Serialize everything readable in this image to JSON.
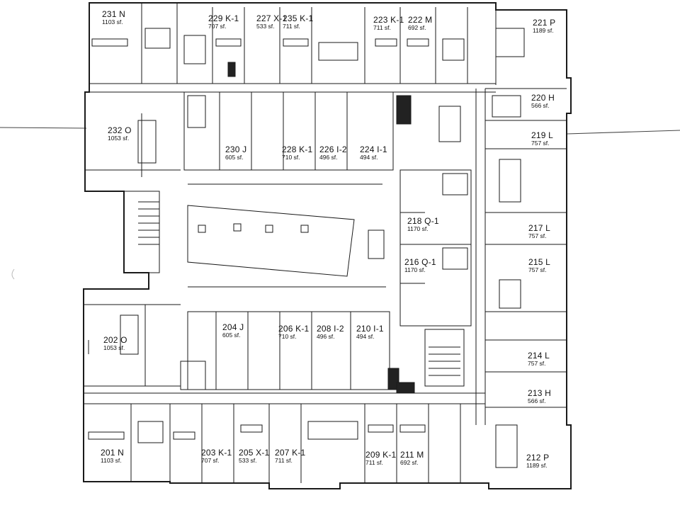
{
  "units": [
    {
      "id": "u231",
      "number": "231 N",
      "area": "1103 sf."
    },
    {
      "id": "u229",
      "number": "229 K-1",
      "area": "707 sf."
    },
    {
      "id": "u227",
      "number": "227 X-1",
      "area": "533 sf."
    },
    {
      "id": "u235",
      "number": "235 K-1",
      "area": "711 sf."
    },
    {
      "id": "u223",
      "number": "223 K-1",
      "area": "711 sf."
    },
    {
      "id": "u222",
      "number": "222 M",
      "area": "692 sf."
    },
    {
      "id": "u221",
      "number": "221 P",
      "area": "1189 sf."
    },
    {
      "id": "u220",
      "number": "220 H",
      "area": "566 sf."
    },
    {
      "id": "u219",
      "number": "219 L",
      "area": "757 sf."
    },
    {
      "id": "u232",
      "number": "232 O",
      "area": "1053 sf."
    },
    {
      "id": "u230",
      "number": "230 J",
      "area": "605 sf."
    },
    {
      "id": "u228",
      "number": "228 K-1",
      "area": "710 sf."
    },
    {
      "id": "u226",
      "number": "226 I-2",
      "area": "496 sf."
    },
    {
      "id": "u224",
      "number": "224 I-1",
      "area": "494 sf."
    },
    {
      "id": "u218",
      "number": "218 Q-1",
      "area": "1170 sf."
    },
    {
      "id": "u217",
      "number": "217 L",
      "area": "757 sf."
    },
    {
      "id": "u216",
      "number": "216 Q-1",
      "area": "1170 sf."
    },
    {
      "id": "u215",
      "number": "215 L",
      "area": "757 sf."
    },
    {
      "id": "u202",
      "number": "202 O",
      "area": "1053 sf."
    },
    {
      "id": "u204",
      "number": "204 J",
      "area": "605 sf."
    },
    {
      "id": "u206",
      "number": "206 K-1",
      "area": "710 sf."
    },
    {
      "id": "u208",
      "number": "208 I-2",
      "area": "496 sf."
    },
    {
      "id": "u210",
      "number": "210 I-1",
      "area": "494 sf."
    },
    {
      "id": "u214",
      "number": "214 L",
      "area": "757 sf."
    },
    {
      "id": "u213",
      "number": "213 H",
      "area": "566 sf."
    },
    {
      "id": "u201",
      "number": "201 N",
      "area": "1103 sf."
    },
    {
      "id": "u203",
      "number": "203 K-1",
      "area": "707 sf."
    },
    {
      "id": "u205",
      "number": "205 X-1",
      "area": "533 sf."
    },
    {
      "id": "u207",
      "number": "207 K-1",
      "area": "711 sf."
    },
    {
      "id": "u209",
      "number": "209 K-1",
      "area": "711 sf."
    },
    {
      "id": "u211",
      "number": "211 M",
      "area": "692 sf."
    },
    {
      "id": "u212",
      "number": "212 P",
      "area": "1189 sf."
    }
  ]
}
